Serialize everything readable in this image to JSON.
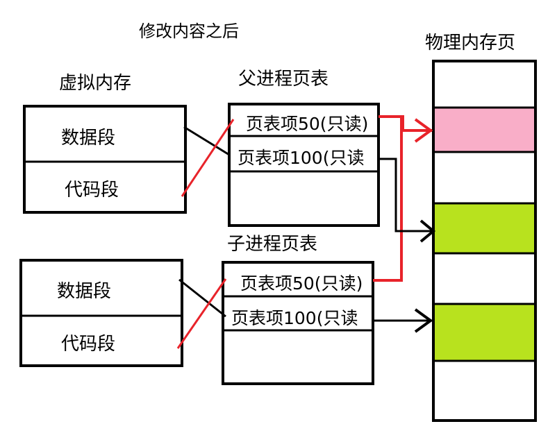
{
  "title": "修改内容之后",
  "virtual_memory_label": "虚拟内存",
  "parent_table_label": "父进程页表",
  "child_table_label": "子进程页表",
  "physical_pages_label": "物理内存页",
  "parent_vm": {
    "data_segment": "数据段",
    "code_segment": "代码段"
  },
  "child_vm": {
    "data_segment": "数据段",
    "code_segment": "代码段"
  },
  "parent_table": {
    "entry50": "页表项50(只读)",
    "entry100": "页表项100(只读"
  },
  "child_table": {
    "entry50": "页表项50(只读)",
    "entry100": "页表项100(只读"
  },
  "colors": {
    "stroke": "#000000",
    "red_mapping": "#e8232a",
    "modified_page": "#f9aec8",
    "shared_page": "#b8e21e"
  }
}
